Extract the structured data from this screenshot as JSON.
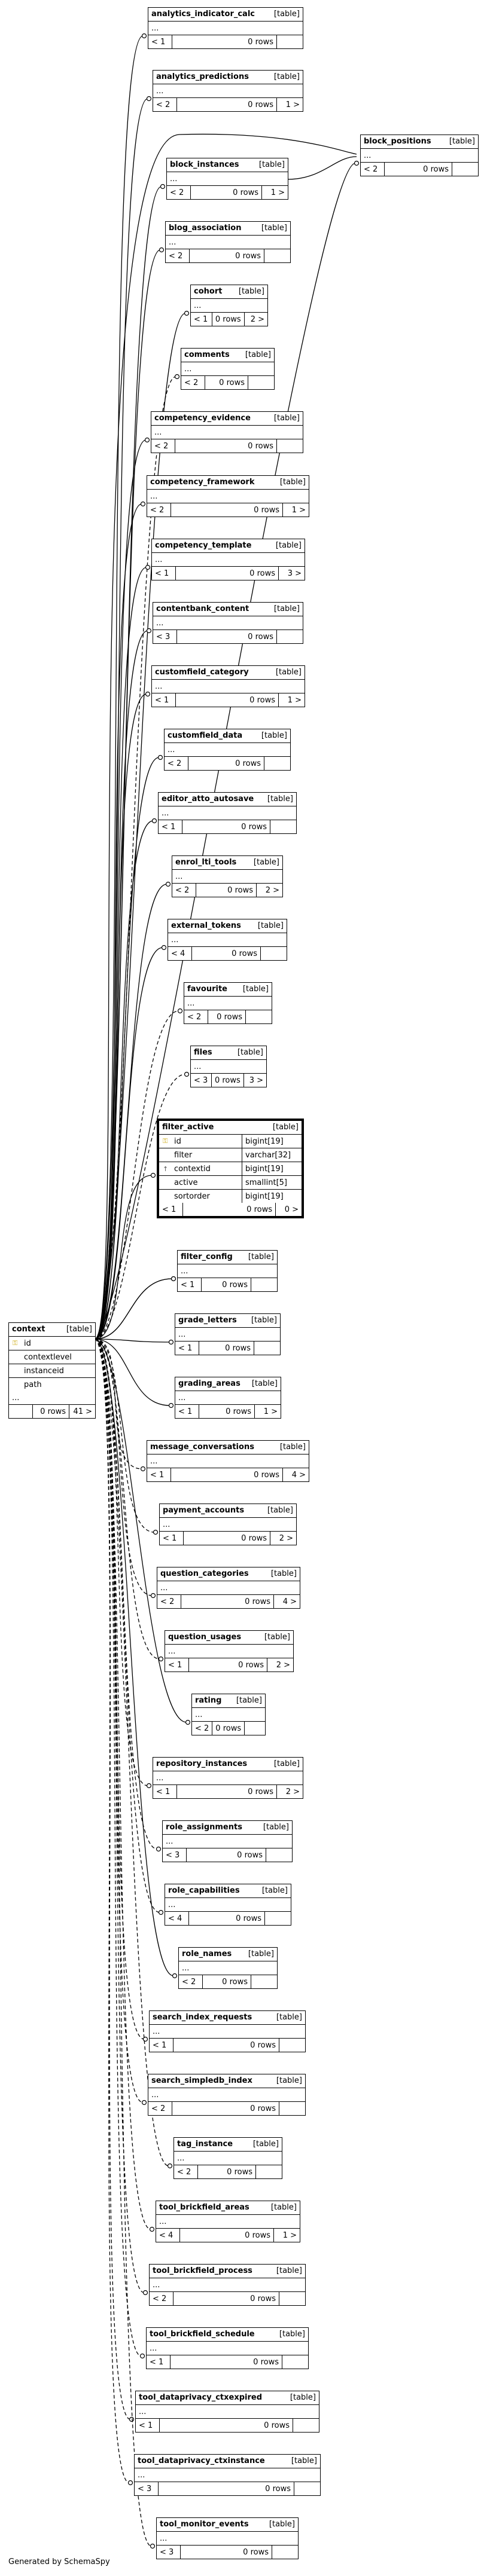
{
  "footer_text": "Generated by SchemaSpy",
  "tables": [
    {
      "name": "analytics_indicator_calc",
      "tag": "[table]",
      "ellipsis": "...",
      "prev": "< 1",
      "rows": "0 rows",
      "next": ""
    },
    {
      "name": "analytics_predictions",
      "tag": "[table]",
      "ellipsis": "...",
      "prev": "< 2",
      "rows": "0 rows",
      "next": "1 >"
    },
    {
      "name": "block_instances",
      "tag": "[table]",
      "ellipsis": "...",
      "prev": "< 2",
      "rows": "0 rows",
      "next": "1 >"
    },
    {
      "name": "block_positions",
      "tag": "[table]",
      "ellipsis": "...",
      "prev": "< 2",
      "rows": "0 rows",
      "next": ""
    },
    {
      "name": "blog_association",
      "tag": "[table]",
      "ellipsis": "...",
      "prev": "< 2",
      "rows": "0 rows",
      "next": ""
    },
    {
      "name": "cohort",
      "tag": "[table]",
      "ellipsis": "...",
      "prev": "< 1",
      "rows": "0 rows",
      "next": "2 >"
    },
    {
      "name": "comments",
      "tag": "[table]",
      "ellipsis": "...",
      "prev": "< 2",
      "rows": "0 rows",
      "next": ""
    },
    {
      "name": "competency_evidence",
      "tag": "[table]",
      "ellipsis": "...",
      "prev": "< 2",
      "rows": "0 rows",
      "next": ""
    },
    {
      "name": "competency_framework",
      "tag": "[table]",
      "ellipsis": "...",
      "prev": "< 2",
      "rows": "0 rows",
      "next": "1 >"
    },
    {
      "name": "competency_template",
      "tag": "[table]",
      "ellipsis": "...",
      "prev": "< 1",
      "rows": "0 rows",
      "next": "3 >"
    },
    {
      "name": "contentbank_content",
      "tag": "[table]",
      "ellipsis": "...",
      "prev": "< 3",
      "rows": "0 rows",
      "next": ""
    },
    {
      "name": "customfield_category",
      "tag": "[table]",
      "ellipsis": "...",
      "prev": "< 1",
      "rows": "0 rows",
      "next": "1 >"
    },
    {
      "name": "customfield_data",
      "tag": "[table]",
      "ellipsis": "...",
      "prev": "< 2",
      "rows": "0 rows",
      "next": ""
    },
    {
      "name": "editor_atto_autosave",
      "tag": "[table]",
      "ellipsis": "...",
      "prev": "< 1",
      "rows": "0 rows",
      "next": ""
    },
    {
      "name": "enrol_lti_tools",
      "tag": "[table]",
      "ellipsis": "...",
      "prev": "< 2",
      "rows": "0 rows",
      "next": "2 >"
    },
    {
      "name": "external_tokens",
      "tag": "[table]",
      "ellipsis": "...",
      "prev": "< 4",
      "rows": "0 rows",
      "next": ""
    },
    {
      "name": "favourite",
      "tag": "[table]",
      "ellipsis": "...",
      "prev": "< 2",
      "rows": "0 rows",
      "next": ""
    },
    {
      "name": "files",
      "tag": "[table]",
      "ellipsis": "...",
      "prev": "< 3",
      "rows": "0 rows",
      "next": "3 >"
    },
    {
      "name": "filter_config",
      "tag": "[table]",
      "ellipsis": "...",
      "prev": "< 1",
      "rows": "0 rows",
      "next": ""
    },
    {
      "name": "grade_letters",
      "tag": "[table]",
      "ellipsis": "...",
      "prev": "< 1",
      "rows": "0 rows",
      "next": ""
    },
    {
      "name": "grading_areas",
      "tag": "[table]",
      "ellipsis": "...",
      "prev": "< 1",
      "rows": "0 rows",
      "next": "1 >"
    },
    {
      "name": "message_conversations",
      "tag": "[table]",
      "ellipsis": "...",
      "prev": "< 1",
      "rows": "0 rows",
      "next": "4 >"
    },
    {
      "name": "payment_accounts",
      "tag": "[table]",
      "ellipsis": "...",
      "prev": "< 1",
      "rows": "0 rows",
      "next": "2 >"
    },
    {
      "name": "question_categories",
      "tag": "[table]",
      "ellipsis": "...",
      "prev": "< 2",
      "rows": "0 rows",
      "next": "4 >"
    },
    {
      "name": "question_usages",
      "tag": "[table]",
      "ellipsis": "...",
      "prev": "< 1",
      "rows": "0 rows",
      "next": "2 >"
    },
    {
      "name": "rating",
      "tag": "[table]",
      "ellipsis": "...",
      "prev": "< 2",
      "rows": "0 rows",
      "next": ""
    },
    {
      "name": "repository_instances",
      "tag": "[table]",
      "ellipsis": "...",
      "prev": "< 1",
      "rows": "0 rows",
      "next": "2 >"
    },
    {
      "name": "role_assignments",
      "tag": "[table]",
      "ellipsis": "...",
      "prev": "< 3",
      "rows": "0 rows",
      "next": ""
    },
    {
      "name": "role_capabilities",
      "tag": "[table]",
      "ellipsis": "...",
      "prev": "< 4",
      "rows": "0 rows",
      "next": ""
    },
    {
      "name": "role_names",
      "tag": "[table]",
      "ellipsis": "...",
      "prev": "< 2",
      "rows": "0 rows",
      "next": ""
    },
    {
      "name": "search_index_requests",
      "tag": "[table]",
      "ellipsis": "...",
      "prev": "< 1",
      "rows": "0 rows",
      "next": ""
    },
    {
      "name": "search_simpledb_index",
      "tag": "[table]",
      "ellipsis": "...",
      "prev": "< 2",
      "rows": "0 rows",
      "next": ""
    },
    {
      "name": "tag_instance",
      "tag": "[table]",
      "ellipsis": "...",
      "prev": "< 2",
      "rows": "0 rows",
      "next": ""
    },
    {
      "name": "tool_brickfield_areas",
      "tag": "[table]",
      "ellipsis": "...",
      "prev": "< 4",
      "rows": "0 rows",
      "next": "1 >"
    },
    {
      "name": "tool_brickfield_process",
      "tag": "[table]",
      "ellipsis": "...",
      "prev": "< 2",
      "rows": "0 rows",
      "next": ""
    },
    {
      "name": "tool_brickfield_schedule",
      "tag": "[table]",
      "ellipsis": "...",
      "prev": "< 1",
      "rows": "0 rows",
      "next": ""
    },
    {
      "name": "tool_dataprivacy_ctxexpired",
      "tag": "[table]",
      "ellipsis": "...",
      "prev": "< 1",
      "rows": "0 rows",
      "next": ""
    },
    {
      "name": "tool_dataprivacy_ctxinstance",
      "tag": "[table]",
      "ellipsis": "...",
      "prev": "< 3",
      "rows": "0 rows",
      "next": ""
    },
    {
      "name": "tool_monitor_events",
      "tag": "[table]",
      "ellipsis": "...",
      "prev": "< 3",
      "rows": "0 rows",
      "next": ""
    }
  ],
  "context_table": {
    "name": "context",
    "tag": "[table]",
    "columns": [
      {
        "name": "id",
        "key": "pk"
      },
      {
        "name": "contextlevel",
        "key": ""
      },
      {
        "name": "instanceid",
        "key": ""
      },
      {
        "name": "path",
        "key": ""
      }
    ],
    "ellipsis": "...",
    "prev": "",
    "rows": "0 rows",
    "next": "41 >"
  },
  "filter_active_table": {
    "name": "filter_active",
    "tag": "[table]",
    "columns": [
      {
        "name": "id",
        "type": "bigint[19]",
        "key": "pk"
      },
      {
        "name": "filter",
        "type": "varchar[32]",
        "key": ""
      },
      {
        "name": "contextid",
        "type": "bigint[19]",
        "key": "fk"
      },
      {
        "name": "active",
        "type": "smallint[5]",
        "key": ""
      },
      {
        "name": "sortorder",
        "type": "bigint[19]",
        "key": ""
      }
    ],
    "prev": "< 1",
    "rows": "0 rows",
    "next": "0 >"
  }
}
